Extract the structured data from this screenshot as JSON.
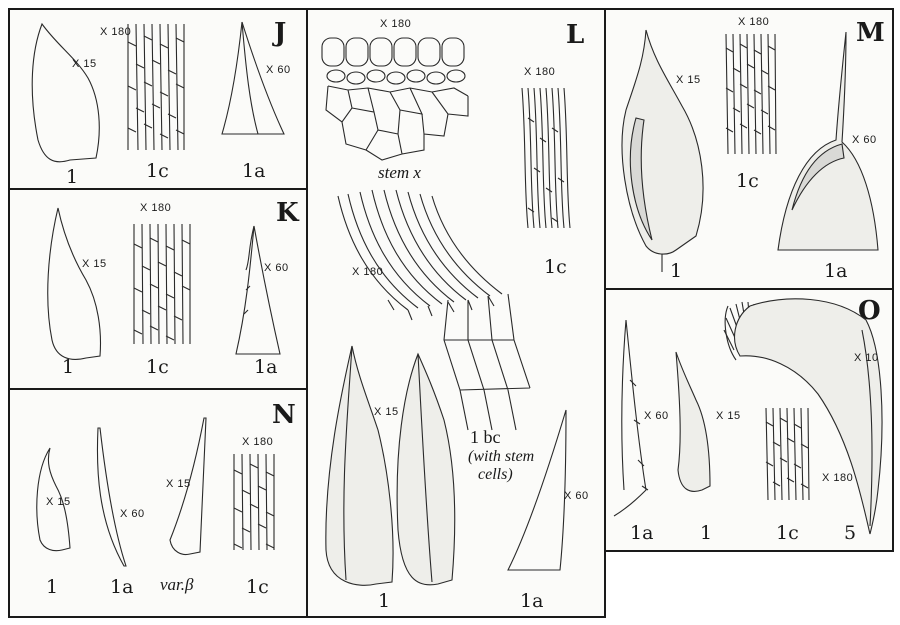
{
  "panels": {
    "J": {
      "letter": "J",
      "labels": [
        "1",
        "1c",
        "1a"
      ],
      "mags": [
        "X 15",
        "X 180",
        "X 60"
      ]
    },
    "K": {
      "letter": "K",
      "labels": [
        "1",
        "1c",
        "1a"
      ],
      "mags": [
        "X 15",
        "X 180",
        "X 60"
      ]
    },
    "N": {
      "letter": "N",
      "labels": [
        "1",
        "1a",
        "var.β",
        "1c"
      ],
      "mags": [
        "X 15",
        "X 60",
        "X 15",
        "X 180"
      ]
    },
    "L": {
      "letter": "L",
      "labels": [
        "1",
        "1a",
        "1c"
      ],
      "mags": [
        "X 180",
        "X 180",
        "X 180",
        "X 15",
        "X 60"
      ],
      "captions": {
        "stem": "stem x",
        "bc_line1": "1 bc",
        "bc_line2": "(with stem",
        "bc_line3": "cells)"
      }
    },
    "M": {
      "letter": "M",
      "labels": [
        "1",
        "1c",
        "1a"
      ],
      "mags": [
        "X 15",
        "X 180",
        "X 60"
      ]
    },
    "O": {
      "letter": "O",
      "labels": [
        "1a",
        "1",
        "1c",
        "5"
      ],
      "mags": [
        "X 60",
        "X 15",
        "X 180",
        "X 10"
      ]
    }
  }
}
